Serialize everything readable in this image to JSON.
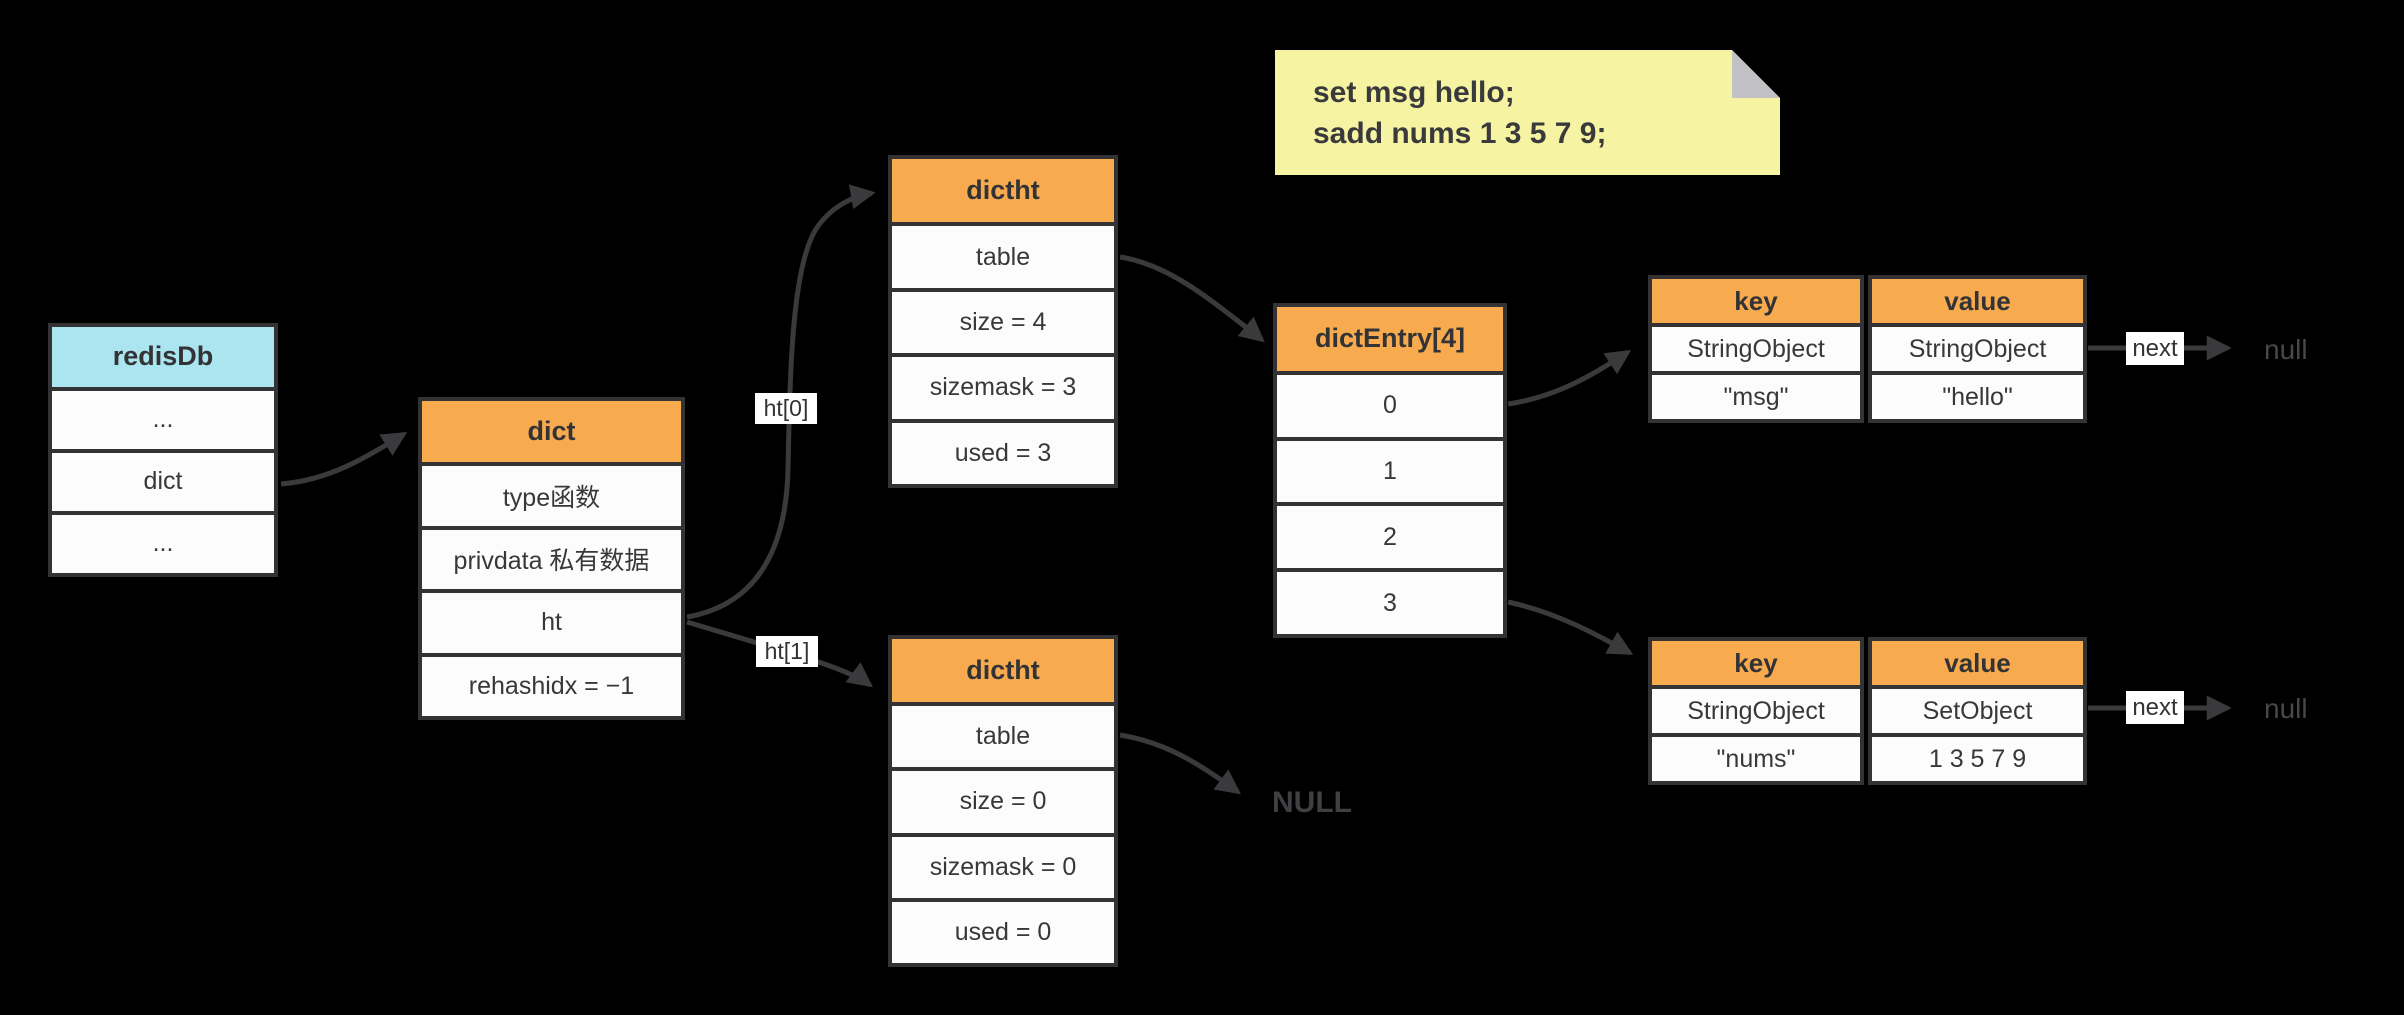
{
  "note": {
    "lines": [
      "set msg hello;",
      "sadd nums 1 3 5 7 9;"
    ]
  },
  "nodes": {
    "redisdb": {
      "title": "redisDb",
      "rows": [
        "...",
        "dict",
        "..."
      ]
    },
    "dict": {
      "title": "dict",
      "rows": [
        "type函数",
        "privdata 私有数据",
        "ht",
        "rehashidx = −1"
      ]
    },
    "dictht0": {
      "title": "dictht",
      "rows": [
        "table",
        "size = 4",
        "sizemask = 3",
        "used = 3"
      ]
    },
    "dictht1": {
      "title": "dictht",
      "rows": [
        "table",
        "size = 0",
        "sizemask = 0",
        "used = 0"
      ]
    },
    "dictentry": {
      "title": "dictEntry[4]",
      "rows": [
        "0",
        "1",
        "2",
        "3"
      ]
    },
    "kv_msg": {
      "headers": [
        "key",
        "value"
      ],
      "rows": [
        [
          "StringObject",
          "StringObject"
        ],
        [
          "\"msg\"",
          "\"hello\""
        ]
      ]
    },
    "kv_nums": {
      "headers": [
        "key",
        "value"
      ],
      "rows": [
        [
          "StringObject",
          "SetObject"
        ],
        [
          "\"nums\"",
          "1 3 5 7 9"
        ]
      ]
    }
  },
  "labels": {
    "ht0": "ht[0]",
    "ht1": "ht[1]",
    "next_top": "next",
    "next_bottom": "next",
    "null_top": "null",
    "null_bottom": "null",
    "null_table": "NULL"
  },
  "colors": {
    "background": "#000000",
    "orange_header": "#F8AB4E",
    "cyan_header": "#ABE5F0",
    "sticky_yellow": "#F6F3A2",
    "sticky_fold": "#C2C2C6",
    "border_dark": "#333336",
    "cell_bg": "#FCFCFC",
    "arrow": "#3A3A3C",
    "text_dark": "#38383B",
    "muted_null_text": "#48484C"
  }
}
